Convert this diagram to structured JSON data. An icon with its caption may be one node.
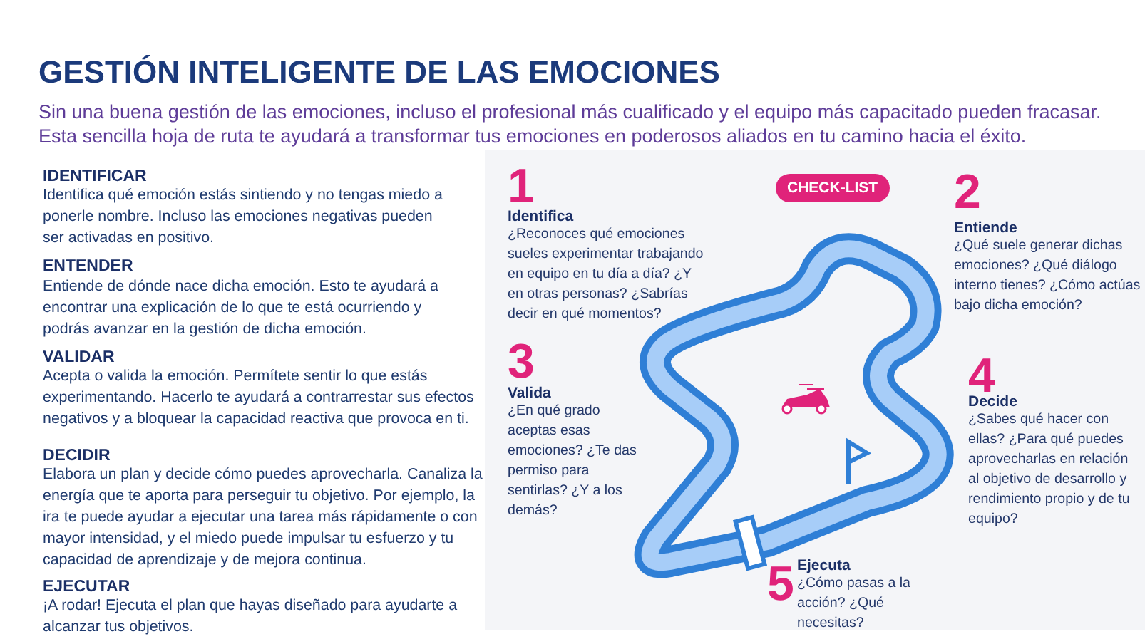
{
  "diagram": {
    "title": "GESTIÓN INTELIGENTE DE LAS EMOCIONES",
    "nodes": [
      {
        "text": [
          "CHECK-LIST"
        ]
      }
    ],
    "labels": [
      "Sin una buena gestión de las emociones, incluso el profesional más cualificado y el equipo más capacitado pueden fracasar. Esta sencilla hoja de ruta te ayudará a transformar tus emociones en poderosos aliados en tu camino hacia el éxito.",
      "IDENTIFICAR",
      "Identifica qué emoción estás sintiendo y no tengas miedo a ponerle nombre. Incluso las emociones negativas pueden ser activadas en positivo.",
      "ENTENDER",
      "Entiende de dónde nace dicha emoción. Esto te ayudará a encontrar una explicación de lo que te está ocurriendo y podrás avanzar en la gestión de dicha emoción.",
      "VALIDAR",
      "Acepta o valida la emoción. Permítete sentir lo que estás experimentando. Hacerlo te ayudará a contrarrestar sus efectos negativos y a bloquear la capacidad reactiva que provoca en ti.",
      "DECIDIR",
      "Elabora un plan y decide cómo puedes aprovecharla. Canaliza la energía que te aporta para perseguir tu objetivo. Por ejemplo, la ira te puede ayudar a ejecutar una tarea más rápidamente o con mayor intensidad, y el miedo puede impulsar tu esfuerzo y tu capacidad de aprendizaje y de mejora continua.",
      "EJECUTAR",
      "¡A rodar! Ejecuta el plan que hayas diseñado para ayudarte a alcanzar tus objetivos.",
      "1",
      "Identifica",
      "¿Reconoces qué emociones sueles experimentar trabajando en equipo en tu día a día? ¿Y en otras personas? ¿Sabrías decir en qué momentos?",
      "2",
      "Entiende",
      "¿Qué suele generar dichas emociones? ¿Qué diálogo interno tienes? ¿Cómo actúas bajo dicha emoción?",
      "3",
      "Valida",
      "¿En qué grado aceptas esas emociones? ¿Te das permiso para sentirlas? ¿Y a los demás?",
      "4",
      "Decide",
      "¿Sabes qué hacer con ellas? ¿Para qué puedes aprovecharlas en relación al objetivo de desarrollo y rendimiento propio y de tu equipo?",
      "5",
      "Ejecuta",
      "¿Cómo pasas a la acción? ¿Qué necesitas?"
    ]
  }
}
